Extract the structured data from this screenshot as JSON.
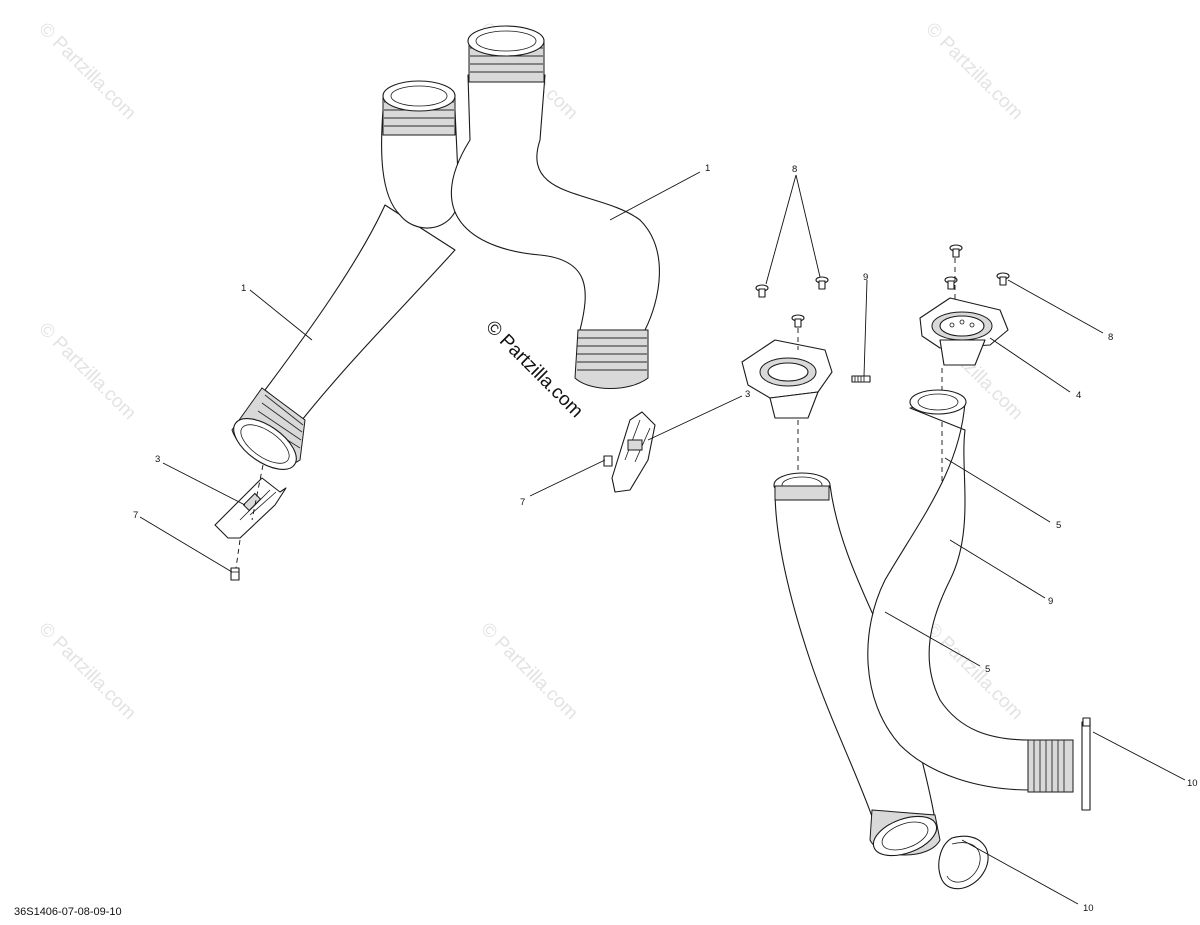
{
  "watermark": "© Partzilla.com",
  "callouts": {
    "c1a": "1",
    "c1b": "1",
    "c3a": "3",
    "c3b": "3",
    "c4": "4",
    "c5a": "5",
    "c5b": "5",
    "c7a": "7",
    "c7b": "7",
    "c8a": "8",
    "c8b": "8",
    "c9a": "9",
    "c9b": "9",
    "c10a": "10",
    "c10b": "10"
  },
  "reference_code": "36S1406-07-08-09-10"
}
